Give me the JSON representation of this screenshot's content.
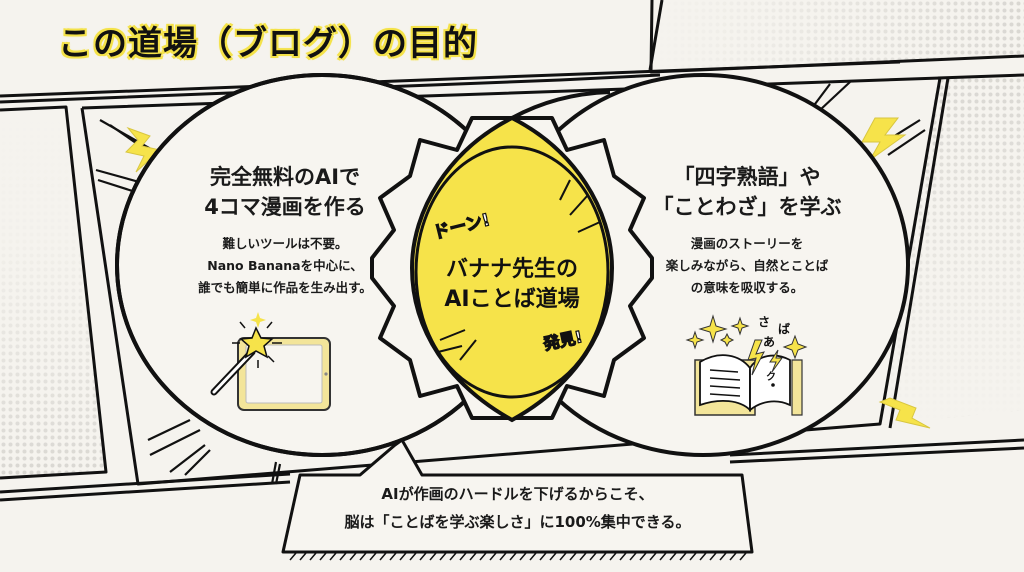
{
  "title": "この道場（ブログ）の目的",
  "left": {
    "heading_lines": [
      "完全無料のAIで",
      "4コマ漫画を作る"
    ],
    "body_lines": [
      "難しいツールは不要。",
      "Nano Bananaを中心に、",
      "誰でも簡単に作品を生み出す。"
    ],
    "icon": "magic-wand-tablet-icon"
  },
  "right": {
    "heading_lines": [
      "「四字熟語」や",
      "「ことわざ」を学ぶ"
    ],
    "body_lines": [
      "漫画のストーリーを",
      "楽しみながら、自然とことば",
      "の意味を吸収する。"
    ],
    "icon": "open-book-sparkles-icon",
    "floating_kana": [
      "さ",
      "ば",
      "あ",
      "ク"
    ]
  },
  "center": {
    "title_lines": [
      "バナナ先生の",
      "AIことば道場"
    ],
    "sfx_top": "ドーン!",
    "sfx_bottom": "発見!",
    "icon": "gear-icon"
  },
  "bubble": {
    "lines": [
      "AIが作画のハードルを下げるからこそ、",
      "脳は「ことばを学ぶ楽しさ」に100%集中できる。"
    ]
  },
  "colors": {
    "accent_yellow": "#f6e34a",
    "ink": "#111111",
    "paper": "#f5f3ee"
  }
}
